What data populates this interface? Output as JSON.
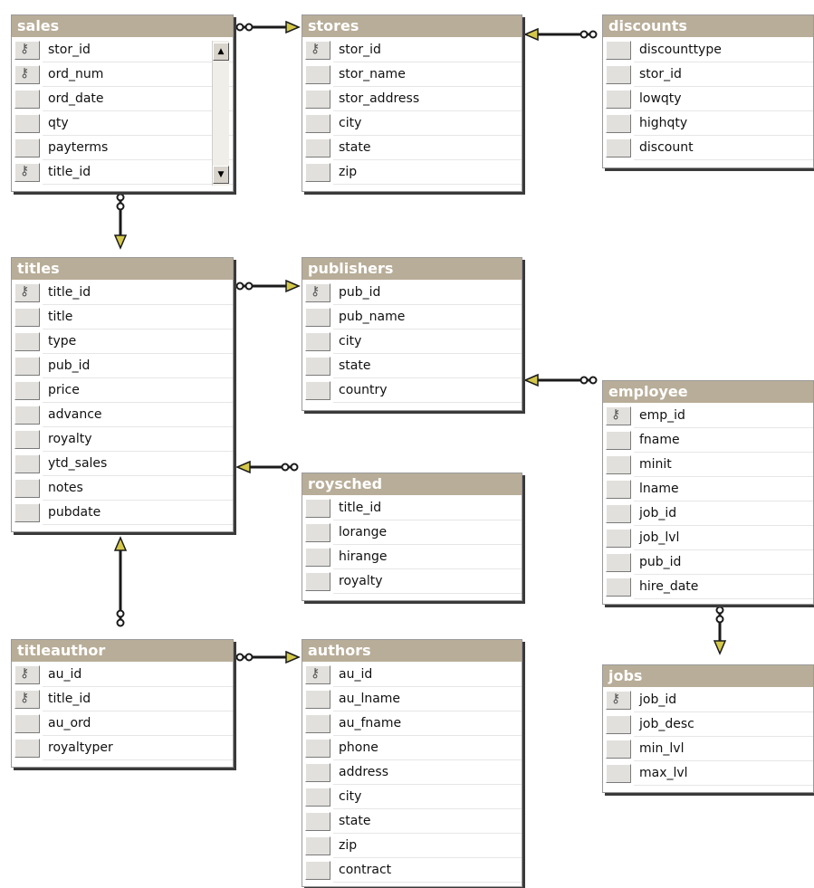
{
  "colors": {
    "title_bar": "#b8ad98",
    "key_end": "#d4c84a",
    "line": "#1a1a1a"
  },
  "tables": {
    "sales": {
      "title": "sales",
      "columns": [
        {
          "name": "stor_id",
          "key": true
        },
        {
          "name": "ord_num",
          "key": true
        },
        {
          "name": "ord_date"
        },
        {
          "name": "qty"
        },
        {
          "name": "payterms"
        },
        {
          "name": "title_id",
          "key": true
        }
      ]
    },
    "stores": {
      "title": "stores",
      "columns": [
        {
          "name": "stor_id",
          "key": true
        },
        {
          "name": "stor_name"
        },
        {
          "name": "stor_address"
        },
        {
          "name": "city"
        },
        {
          "name": "state"
        },
        {
          "name": "zip"
        }
      ]
    },
    "discounts": {
      "title": "discounts",
      "columns": [
        {
          "name": "discounttype"
        },
        {
          "name": "stor_id"
        },
        {
          "name": "lowqty"
        },
        {
          "name": "highqty"
        },
        {
          "name": "discount"
        }
      ]
    },
    "titles": {
      "title": "titles",
      "columns": [
        {
          "name": "title_id",
          "key": true
        },
        {
          "name": "title"
        },
        {
          "name": "type"
        },
        {
          "name": "pub_id"
        },
        {
          "name": "price"
        },
        {
          "name": "advance"
        },
        {
          "name": "royalty"
        },
        {
          "name": "ytd_sales"
        },
        {
          "name": "notes"
        },
        {
          "name": "pubdate"
        }
      ]
    },
    "publishers": {
      "title": "publishers",
      "columns": [
        {
          "name": "pub_id",
          "key": true
        },
        {
          "name": "pub_name"
        },
        {
          "name": "city"
        },
        {
          "name": "state"
        },
        {
          "name": "country"
        }
      ]
    },
    "employee": {
      "title": "employee",
      "columns": [
        {
          "name": "emp_id",
          "key": true
        },
        {
          "name": "fname"
        },
        {
          "name": "minit"
        },
        {
          "name": "lname"
        },
        {
          "name": "job_id"
        },
        {
          "name": "job_lvl"
        },
        {
          "name": "pub_id"
        },
        {
          "name": "hire_date"
        }
      ]
    },
    "roysched": {
      "title": "roysched",
      "columns": [
        {
          "name": "title_id"
        },
        {
          "name": "lorange"
        },
        {
          "name": "hirange"
        },
        {
          "name": "royalty"
        }
      ]
    },
    "titleauthor": {
      "title": "titleauthor",
      "columns": [
        {
          "name": "au_id",
          "key": true
        },
        {
          "name": "title_id",
          "key": true
        },
        {
          "name": "au_ord"
        },
        {
          "name": "royaltyper"
        }
      ]
    },
    "authors": {
      "title": "authors",
      "columns": [
        {
          "name": "au_id",
          "key": true
        },
        {
          "name": "au_lname"
        },
        {
          "name": "au_fname"
        },
        {
          "name": "phone"
        },
        {
          "name": "address"
        },
        {
          "name": "city"
        },
        {
          "name": "state"
        },
        {
          "name": "zip"
        },
        {
          "name": "contract"
        }
      ]
    },
    "jobs": {
      "title": "jobs",
      "columns": [
        {
          "name": "job_id",
          "key": true
        },
        {
          "name": "job_desc"
        },
        {
          "name": "min_lvl"
        },
        {
          "name": "max_lvl"
        }
      ]
    }
  },
  "relationships": [
    {
      "from": "sales",
      "to": "stores"
    },
    {
      "from": "discounts",
      "to": "stores"
    },
    {
      "from": "sales",
      "to": "titles"
    },
    {
      "from": "titles",
      "to": "publishers"
    },
    {
      "from": "employee",
      "to": "publishers"
    },
    {
      "from": "roysched",
      "to": "titles"
    },
    {
      "from": "titleauthor",
      "to": "titles"
    },
    {
      "from": "titleauthor",
      "to": "authors"
    },
    {
      "from": "employee",
      "to": "jobs"
    }
  ]
}
